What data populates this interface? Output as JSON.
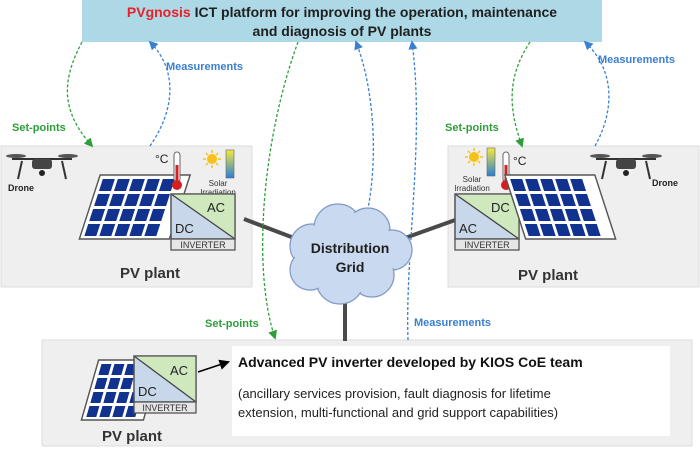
{
  "header": {
    "brand": "PVgnosis",
    "title_rest": " ICT platform for improving the operation, maintenance",
    "title_line2": "and diagnosis of PV plants"
  },
  "flows": {
    "left_setpoints": "Set-points",
    "left_measurements": "Measurements",
    "right_setpoints": "Set-points",
    "right_measurements": "Measurements",
    "bottom_setpoints": "Set-points",
    "bottom_measurements": "Measurements"
  },
  "left_plant": {
    "drone_label": "Drone",
    "temperature_unit": "°C",
    "irradiance_line1": "Solar",
    "irradiance_line2": "Irradiation",
    "inverter": {
      "ac": "AC",
      "dc": "DC",
      "name": "INVERTER"
    },
    "plant_label": "PV plant"
  },
  "right_plant": {
    "drone_label": "Drone",
    "temperature_unit": "°C",
    "irradiance_line1": "Solar",
    "irradiance_line2": "Irradiation",
    "inverter": {
      "ac": "AC",
      "dc": "DC",
      "name": "INVERTER"
    },
    "plant_label": "PV plant"
  },
  "grid": {
    "line1": "Distribution",
    "line2": "Grid"
  },
  "bottom_plant": {
    "inverter": {
      "ac": "AC",
      "dc": "DC",
      "name": "INVERTER"
    },
    "plant_label": "PV plant",
    "headline": "Advanced PV inverter developed by KIOS CoE team",
    "desc_line1": "(ancillary services provision, fault diagnosis for lifetime",
    "desc_line2": "extension, multi-functional and grid support capabilities)"
  },
  "colors": {
    "brand_red": "#e8212b",
    "header_bg": "#add8e6",
    "panel_bg": "#efefef",
    "setpoint_green": "#2e9e3a",
    "measurement_blue": "#3b7fd1",
    "ac_green": "#cfe8bd",
    "dc_blue": "#c9d7ea",
    "cloud_fill": "#c9d9ef",
    "solar_cell": "#12328f"
  }
}
